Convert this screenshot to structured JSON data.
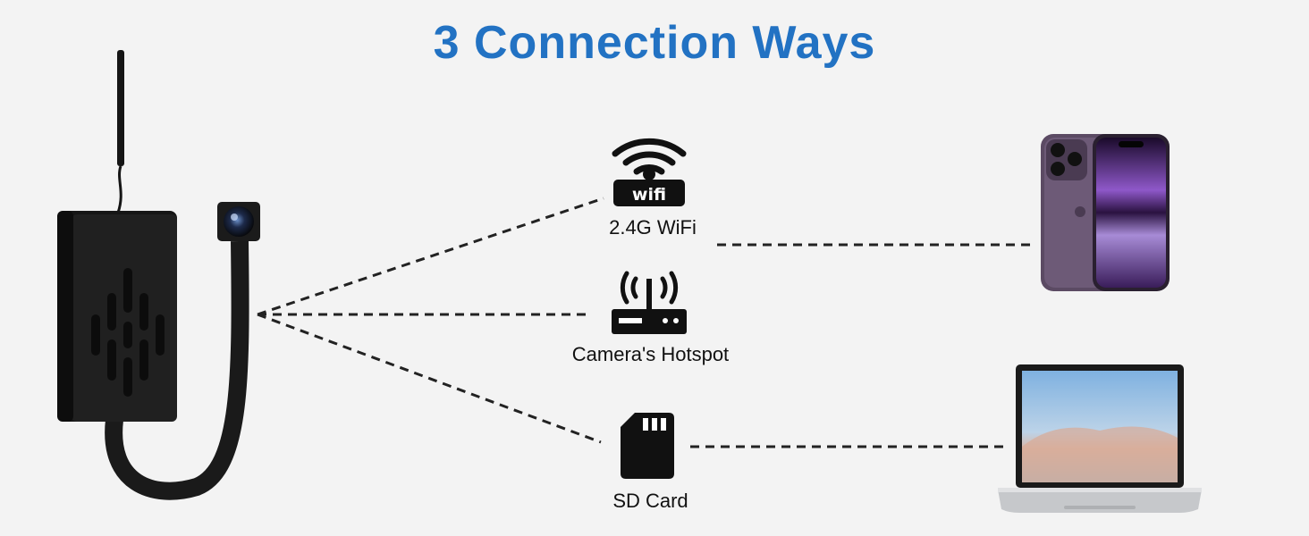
{
  "title": "3 Connection Ways",
  "colors": {
    "title": "#2272c3",
    "background": "#f3f3f3",
    "line": "#222222",
    "icon": "#111111"
  },
  "connections": [
    {
      "label": "2.4G WiFi",
      "icon": "wifi-icon",
      "badge": "wifi"
    },
    {
      "label": "Camera's Hotspot",
      "icon": "router-icon"
    },
    {
      "label": "SD Card",
      "icon": "sd-card-icon"
    }
  ],
  "devices": [
    "phone-icon",
    "laptop-icon"
  ]
}
